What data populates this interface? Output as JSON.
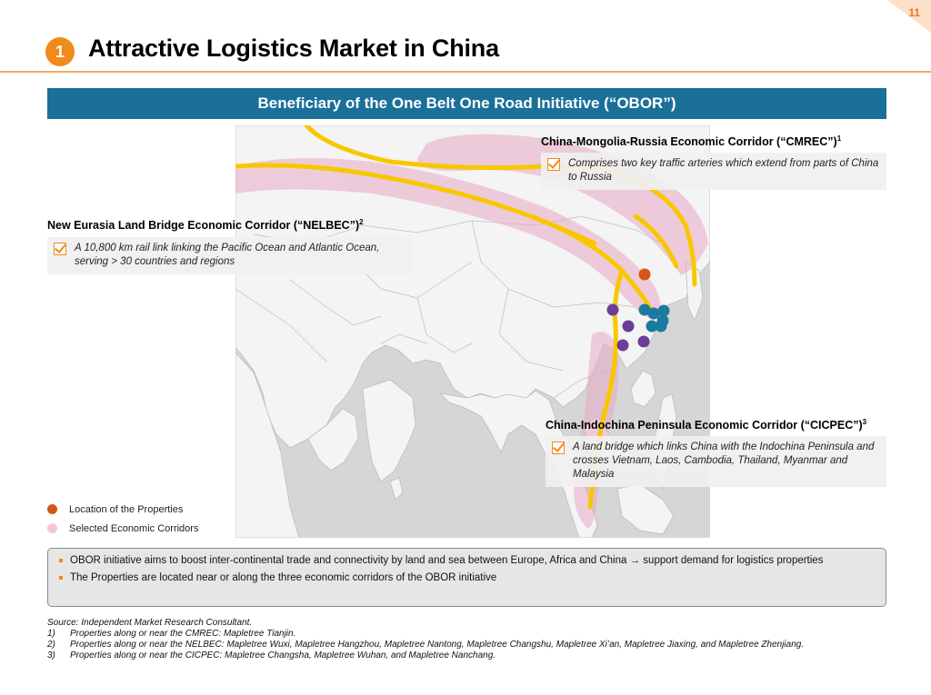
{
  "page": {
    "number": "11"
  },
  "header": {
    "badge": "1",
    "title": "Attractive Logistics Market in China"
  },
  "banner": {
    "text": "Beneficiary of the One Belt One Road Initiative (“OBOR”)"
  },
  "callouts": {
    "cmrec": {
      "title": "China-Mongolia-Russia Economic Corridor (“CMREC”)",
      "sup": "1",
      "text": "Comprises two key traffic arteries which extend from parts of China to Russia"
    },
    "nelbec": {
      "title": "New Eurasia Land Bridge Economic Corridor (“NELBEC”)",
      "sup": "2",
      "text": "A 10,800 km rail link linking the Pacific Ocean and Atlantic Ocean, serving > 30 countries and regions"
    },
    "cicpec": {
      "title": "China-Indochina Peninsula Economic Corridor (“CICPEC”)",
      "sup": "3",
      "text": "A land bridge which links China with the Indochina Peninsula and crosses Vietnam, Laos, Cambodia, Thailand, Myanmar and Malaysia"
    }
  },
  "legend": {
    "properties": {
      "label": "Location of the Properties",
      "color": "#d4571a"
    },
    "corridors": {
      "label": "Selected Economic Corridors",
      "color": "#f3c6df"
    }
  },
  "colors": {
    "accent": "#f18a1d",
    "banner": "#1a7099",
    "route": "#f9c700",
    "corridor": "#e9a9c6",
    "cmrec_marker": "#d4571a",
    "nelbec_marker": "#1b7aa0",
    "cicpec_marker": "#6a3d9a"
  },
  "summary": {
    "items": [
      "OBOR initiative aims to boost inter-continental trade and connectivity by land and sea between Europe, Africa and China → support demand for logistics properties",
      "The Properties are located near or along the three economic corridors of the OBOR initiative"
    ]
  },
  "footnotes": {
    "source": "Source: Independent Market Research Consultant.",
    "notes": [
      {
        "num": "1)",
        "text": "Properties along or near the CMREC: Mapletree Tianjin."
      },
      {
        "num": "2)",
        "text": "Properties along or near the NELBEC: Mapletree Wuxi, Mapletree Hangzhou, Mapletree Nantong, Mapletree Changshu, Mapletree Xi’an, Mapletree Jiaxing, and Mapletree Zhenjiang."
      },
      {
        "num": "3)",
        "text": "Properties along or near the CICPEC: Mapletree Changsha, Mapletree Wuhan, and Mapletree Nanchang."
      }
    ]
  }
}
